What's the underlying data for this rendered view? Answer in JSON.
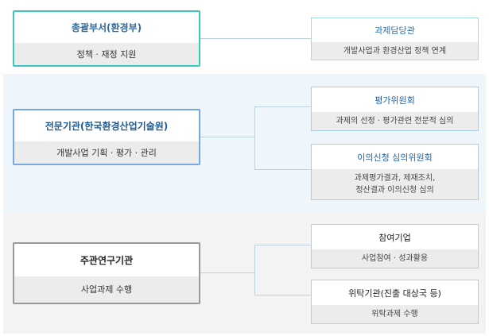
{
  "top": {
    "main": {
      "title": "총괄부서(환경부)",
      "desc": "정책 · 재정 지원"
    },
    "sub": {
      "title": "과제담당관",
      "desc": "개발사업과 환경산업 정책 연계"
    }
  },
  "middle": {
    "main": {
      "title": "전문기관(한국환경산업기술원)",
      "desc": "개발사업 기획 · 평가 · 관리"
    },
    "sub1": {
      "title": "평가위원회",
      "desc": "과제의 선정 · 평가관련 전문적 심의"
    },
    "sub2": {
      "title": "이의신청 심의위원회",
      "desc_line1": "과제평가결과, 제재조치,",
      "desc_line2": "정산결과 이의신청 심의"
    }
  },
  "bottom": {
    "main": {
      "title": "주관연구기관",
      "desc": "사업과제 수행"
    },
    "sub1": {
      "title": "참여기업",
      "desc": "사업참여 · 성과활용"
    },
    "sub2": {
      "title": "위탁기관(진출 대상국 등)",
      "desc": "위탁과제 수행"
    }
  },
  "colors": {
    "top_border": "#3cc7c0",
    "middle_border": "#79a9dc",
    "bottom_border": "#9a9a9a",
    "middle_band": "#eef5fb",
    "bottom_band": "#f3f3f3"
  }
}
